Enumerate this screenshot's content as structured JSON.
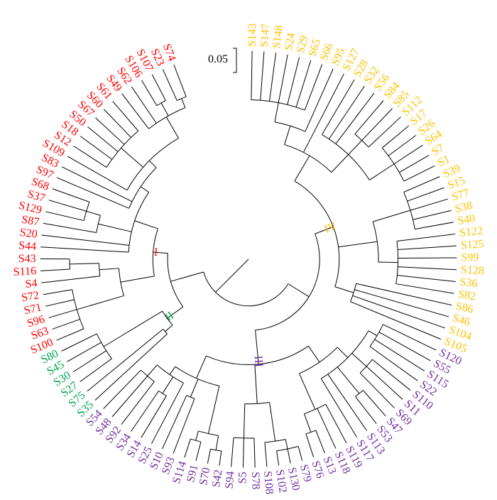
{
  "scale_bar": {
    "label": "0.05",
    "value": 0.05
  },
  "colors": {
    "I": "#ff0000",
    "II": "#00a550",
    "III": "#7030a0",
    "IV": "#ffc000"
  },
  "clusters": [
    {
      "id": "IV",
      "label": "IV"
    },
    {
      "id": "III",
      "label": "III"
    },
    {
      "id": "II",
      "label": "II"
    },
    {
      "id": "I",
      "label": "I"
    }
  ],
  "tree": {
    "d": 0.03,
    "c": [
      {
        "d": 0.08,
        "c": [
          {
            "d": 0.12,
            "cl": "IV",
            "c": [
              {
                "d": 0.18,
                "c": [
                  {
                    "d": 0.22,
                    "c": [
                      {
                        "d": 0.26,
                        "c": [
                          "S143",
                          "S147",
                          "S148",
                          "S24",
                          "S29",
                          "S65",
                          "S66"
                        ]
                      },
                      "S95"
                    ]
                  },
                  "S127",
                  {
                    "d": 0.23,
                    "c": [
                      "S28",
                      "S32",
                      "S56",
                      {
                        "d": 0.27,
                        "c": [
                          "S84",
                          "S85",
                          "S112"
                        ]
                      },
                      {
                        "d": 0.29,
                        "c": [
                          "S17",
                          "S26",
                          "S64",
                          "S7",
                          "S1"
                        ]
                      }
                    ]
                  }
                ]
              },
              {
                "d": 0.2,
                "c": [
                  {
                    "d": 0.28,
                    "c": [
                      "S39",
                      "S15",
                      "S77",
                      "S38",
                      "S40"
                    ]
                  },
                  {
                    "d": 0.24,
                    "c": [
                      "S122",
                      "S125",
                      "S99",
                      "S128",
                      "S36",
                      "S82"
                    ]
                  }
                ]
              },
              {
                "d": 0.16,
                "c": [
                  "S86",
                  "S46",
                  "S104",
                  "S105"
                ]
              }
            ]
          },
          {
            "d": 0.15,
            "cl": "III",
            "c": [
              {
                "d": 0.19,
                "c": [
                  {
                    "d": 0.22,
                    "c": [
                      {
                        "d": 0.24,
                        "c": [
                          "S120",
                          "S55",
                          "S115",
                          "S22"
                        ]
                      },
                      {
                        "d": 0.26,
                        "c": [
                          "S110",
                          "S11",
                          "S69"
                        ]
                      },
                      {
                        "d": 0.29,
                        "c": [
                          "S47",
                          "S53"
                        ]
                      },
                      "S113",
                      "S117"
                    ]
                  },
                  {
                    "d": 0.27,
                    "c": [
                      "S119",
                      "S118",
                      {
                        "d": 0.31,
                        "c": [
                          "S13",
                          "S76"
                        ]
                      }
                    ]
                  }
                ]
              },
              {
                "d": 0.23,
                "c": [
                  {
                    "d": 0.31,
                    "c": [
                      {
                        "d": 0.33,
                        "c": [
                          "S79",
                          "S130",
                          "S102"
                        ]
                      },
                      "S108"
                    ]
                  },
                  {
                    "d": 0.3,
                    "c": [
                      "S78",
                      "S5",
                      "S94"
                    ]
                  }
                ]
              },
              {
                "d": 0.2,
                "c": [
                  {
                    "d": 0.3,
                    "c": [
                      {
                        "d": 0.33,
                        "c": [
                          "S42",
                          "S70"
                        ]
                      },
                      {
                        "d": 0.32,
                        "c": [
                          "S91",
                          "S114"
                        ]
                      }
                    ]
                  },
                  {
                    "d": 0.24,
                    "c": [
                      "S93",
                      "S10"
                    ]
                  },
                  {
                    "d": 0.22,
                    "c": [
                      "S25",
                      {
                        "d": 0.26,
                        "c": [
                          "S14",
                          "S34"
                        ]
                      },
                      {
                        "d": 0.25,
                        "c": [
                          "S92",
                          "S48",
                          "S54"
                        ]
                      }
                    ]
                  }
                ]
              }
            ]
          }
        ]
      },
      {
        "d": 0.1,
        "c": [
          {
            "d": 0.14,
            "cl": "II",
            "c": [
              {
                "d": 0.16,
                "c": [
                  "S35",
                  "S75"
                ]
              },
              {
                "d": 0.28,
                "c": [
                  "S27",
                  "S30",
                  "S45",
                  "S80"
                ]
              }
            ]
          },
          {
            "d": 0.13,
            "cl": "I",
            "c": [
              {
                "d": 0.2,
                "c": [
                  {
                    "d": 0.3,
                    "c": [
                      "S100",
                      "S63",
                      "S96",
                      "S71",
                      "S72"
                    ]
                  },
                  {
                    "d": 0.24,
                    "c": [
                      "S4",
                      {
                        "d": 0.3,
                        "c": [
                          "S116",
                          "S43"
                        ]
                      }
                    ]
                  }
                ]
              },
              {
                "d": 0.18,
                "c": [
                  "S44",
                  "S20",
                  {
                    "d": 0.25,
                    "c": [
                      "S87",
                      {
                        "d": 0.28,
                        "c": [
                          "S129",
                          "S37",
                          "S68"
                        ]
                      }
                    ]
                  },
                  {
                    "d": 0.2,
                    "c": [
                      "S97",
                      "S83",
                      {
                        "d": 0.22,
                        "c": [
                          "S109",
                          {
                            "d": 0.28,
                            "c": [
                              "S12",
                              "S18",
                              "S50",
                              "S67",
                              "S60",
                              "S61"
                            ]
                          },
                          {
                            "d": 0.27,
                            "c": [
                              "S49",
                              "S62",
                              {
                                "d": 0.3,
                                "c": [
                                  "S106",
                                  "S107"
                                ]
                              },
                              {
                                "d": 0.29,
                                "c": [
                                  "S23",
                                  "S74"
                                ]
                              }
                            ]
                          }
                        ]
                      }
                    ]
                  }
                ]
              }
            ]
          }
        ]
      }
    ]
  }
}
